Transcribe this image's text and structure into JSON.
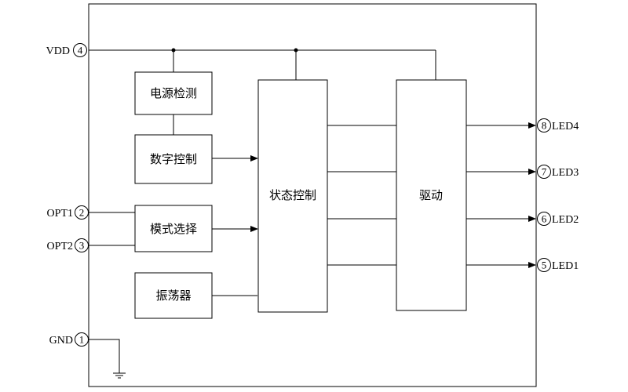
{
  "blocks": {
    "power_detect": "电源检测",
    "digital_control": "数字控制",
    "mode_select": "模式选择",
    "oscillator": "振荡器",
    "state_control": "状态控制",
    "driver": "驱动"
  },
  "pins": {
    "vdd": {
      "name": "VDD",
      "number": "4"
    },
    "opt1": {
      "name": "OPT1",
      "number": "2"
    },
    "opt2": {
      "name": "OPT2",
      "number": "3"
    },
    "gnd": {
      "name": "GND",
      "number": "1"
    },
    "led4": {
      "name": "LED4",
      "number": "8"
    },
    "led3": {
      "name": "LED3",
      "number": "7"
    },
    "led2": {
      "name": "LED2",
      "number": "6"
    },
    "led1": {
      "name": "LED1",
      "number": "5"
    }
  }
}
